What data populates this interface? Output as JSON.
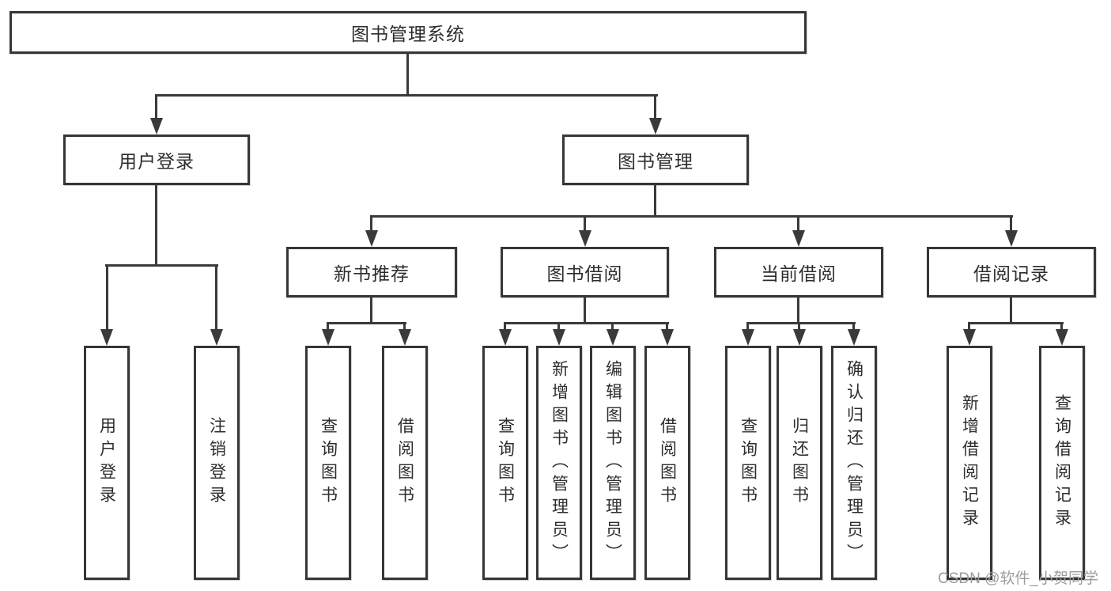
{
  "diagram_title": "图书管理系统",
  "colors": {
    "line": "#3a3a3a",
    "box_border": "#363636",
    "text": "#2d2d2d",
    "watermark": "#9c9c9c",
    "background": "#ffffff"
  },
  "tree": {
    "root": {
      "label": "图书管理系统"
    },
    "branches": [
      {
        "label": "用户登录",
        "children": [
          "用户登录",
          "注销登录"
        ]
      },
      {
        "label": "图书管理",
        "children": [
          {
            "label": "新书推荐",
            "children": [
              "查询图书",
              "借阅图书"
            ]
          },
          {
            "label": "图书借阅",
            "children": [
              "查询图书",
              "新增图书（管理员）",
              "编辑图书（管理员）",
              "借阅图书"
            ]
          },
          {
            "label": "当前借阅",
            "children": [
              "查询图书",
              "归还图书",
              "确认归还（管理员）"
            ]
          },
          {
            "label": "借阅记录",
            "children": [
              "新增借阅记录",
              "查询借阅记录"
            ]
          }
        ]
      }
    ]
  },
  "watermark": {
    "text": "CSDN @软件_小贺同学"
  }
}
